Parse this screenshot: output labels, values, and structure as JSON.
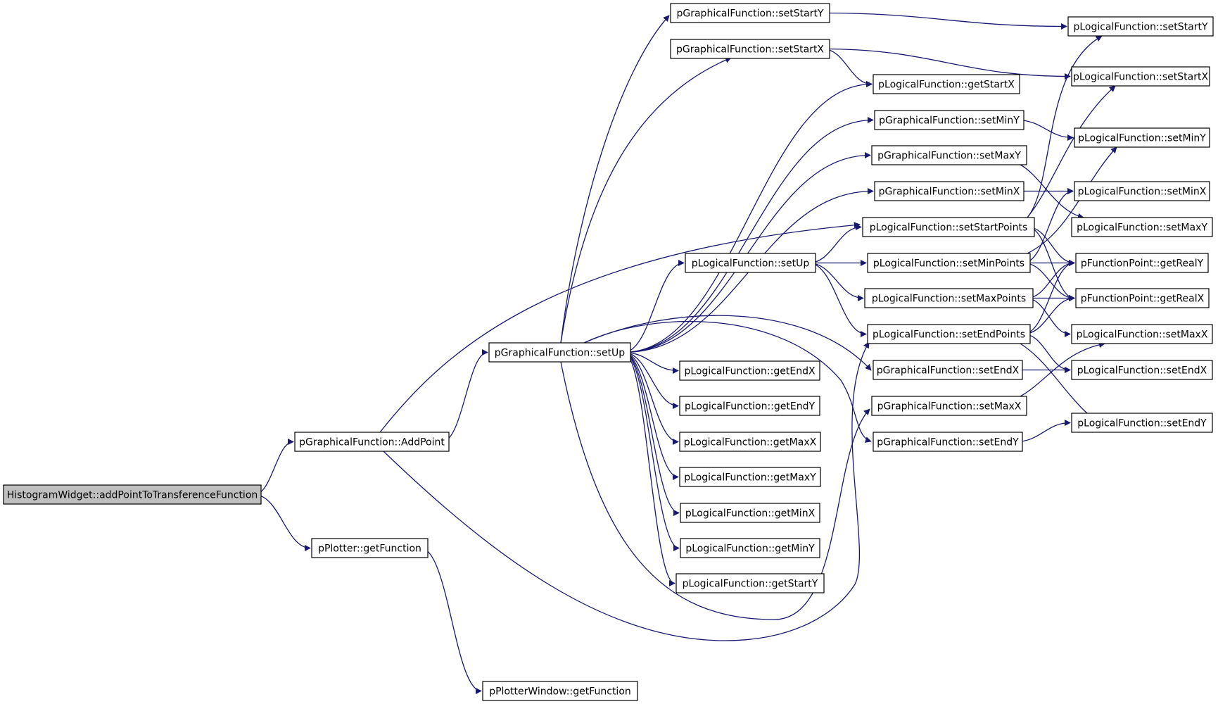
{
  "colors": {
    "edge": "#191970",
    "node_border": "#000000",
    "node_fill": "#ffffff",
    "root_fill": "#bfbfbf"
  },
  "nodes": [
    {
      "id": "root",
      "label": "HistogramWidget::addPointToTransferenceFunction",
      "root": true
    },
    {
      "id": "gf_addpoint",
      "label": "pGraphicalFunction::AddPoint"
    },
    {
      "id": "plotter_getfunction",
      "label": "pPlotter::getFunction"
    },
    {
      "id": "plotterwindow_getfunction",
      "label": "pPlotterWindow::getFunction"
    },
    {
      "id": "gf_setup",
      "label": "pGraphicalFunction::setUp"
    },
    {
      "id": "gf_setstarty",
      "label": "pGraphicalFunction::setStartY"
    },
    {
      "id": "gf_setstartx",
      "label": "pGraphicalFunction::setStartX"
    },
    {
      "id": "lf_setup",
      "label": "pLogicalFunction::setUp"
    },
    {
      "id": "lf_getendx",
      "label": "pLogicalFunction::getEndX"
    },
    {
      "id": "lf_getendy",
      "label": "pLogicalFunction::getEndY"
    },
    {
      "id": "lf_getmaxx",
      "label": "pLogicalFunction::getMaxX"
    },
    {
      "id": "lf_getmaxy",
      "label": "pLogicalFunction::getMaxY"
    },
    {
      "id": "lf_getminx",
      "label": "pLogicalFunction::getMinX"
    },
    {
      "id": "lf_getminy",
      "label": "pLogicalFunction::getMinY"
    },
    {
      "id": "lf_getstarty",
      "label": "pLogicalFunction::getStartY"
    },
    {
      "id": "lf_getstartx",
      "label": "pLogicalFunction::getStartX"
    },
    {
      "id": "gf_setminy",
      "label": "pGraphicalFunction::setMinY"
    },
    {
      "id": "gf_setmaxy",
      "label": "pGraphicalFunction::setMaxY"
    },
    {
      "id": "gf_setminx",
      "label": "pGraphicalFunction::setMinX"
    },
    {
      "id": "lf_setstartpoints",
      "label": "pLogicalFunction::setStartPoints"
    },
    {
      "id": "lf_setminpoints",
      "label": "pLogicalFunction::setMinPoints"
    },
    {
      "id": "lf_setmaxpoints",
      "label": "pLogicalFunction::setMaxPoints"
    },
    {
      "id": "lf_setendpoints",
      "label": "pLogicalFunction::setEndPoints"
    },
    {
      "id": "gf_setendx",
      "label": "pGraphicalFunction::setEndX"
    },
    {
      "id": "gf_setmaxx",
      "label": "pGraphicalFunction::setMaxX"
    },
    {
      "id": "gf_setendy",
      "label": "pGraphicalFunction::setEndY"
    },
    {
      "id": "lf_setstarty",
      "label": "pLogicalFunction::setStartY"
    },
    {
      "id": "lf_setstartx",
      "label": "pLogicalFunction::setStartX"
    },
    {
      "id": "lf_setminy",
      "label": "pLogicalFunction::setMinY"
    },
    {
      "id": "lf_setminx",
      "label": "pLogicalFunction::setMinX"
    },
    {
      "id": "lf_setmaxy",
      "label": "pLogicalFunction::setMaxY"
    },
    {
      "id": "fp_getrealy",
      "label": "pFunctionPoint::getRealY"
    },
    {
      "id": "fp_getrealx",
      "label": "pFunctionPoint::getRealX"
    },
    {
      "id": "lf_setmaxx",
      "label": "pLogicalFunction::setMaxX"
    },
    {
      "id": "lf_setendx",
      "label": "pLogicalFunction::setEndX"
    },
    {
      "id": "lf_setendy",
      "label": "pLogicalFunction::setEndY"
    }
  ],
  "edges": [
    {
      "from": "root",
      "to": "gf_addpoint"
    },
    {
      "from": "root",
      "to": "plotter_getfunction"
    },
    {
      "from": "plotter_getfunction",
      "to": "plotterwindow_getfunction"
    },
    {
      "from": "gf_addpoint",
      "to": "gf_setup"
    },
    {
      "from": "gf_addpoint",
      "to": "lf_setstartpoints"
    },
    {
      "from": "gf_addpoint",
      "to": "lf_setendpoints"
    },
    {
      "from": "gf_setup",
      "to": "gf_setstarty"
    },
    {
      "from": "gf_setup",
      "to": "gf_setstartx"
    },
    {
      "from": "gf_setup",
      "to": "lf_getstartx"
    },
    {
      "from": "gf_setup",
      "to": "gf_setminy"
    },
    {
      "from": "gf_setup",
      "to": "gf_setmaxy"
    },
    {
      "from": "gf_setup",
      "to": "gf_setminx"
    },
    {
      "from": "gf_setup",
      "to": "lf_setup"
    },
    {
      "from": "gf_setup",
      "to": "gf_setendx"
    },
    {
      "from": "gf_setup",
      "to": "gf_setendy"
    },
    {
      "from": "gf_setup",
      "to": "lf_getendx"
    },
    {
      "from": "gf_setup",
      "to": "lf_getendy"
    },
    {
      "from": "gf_setup",
      "to": "lf_getmaxx"
    },
    {
      "from": "gf_setup",
      "to": "lf_getmaxy"
    },
    {
      "from": "gf_setup",
      "to": "lf_getminx"
    },
    {
      "from": "gf_setup",
      "to": "lf_getminy"
    },
    {
      "from": "gf_setup",
      "to": "lf_getstarty"
    },
    {
      "from": "gf_setup",
      "to": "gf_setmaxx"
    },
    {
      "from": "gf_setstarty",
      "to": "lf_setstarty"
    },
    {
      "from": "gf_setstartx",
      "to": "lf_getstartx"
    },
    {
      "from": "gf_setstartx",
      "to": "lf_setstartx"
    },
    {
      "from": "gf_setminy",
      "to": "lf_setminy"
    },
    {
      "from": "gf_setmaxy",
      "to": "lf_setmaxy"
    },
    {
      "from": "gf_setminx",
      "to": "lf_setminx"
    },
    {
      "from": "gf_setendx",
      "to": "lf_setendx"
    },
    {
      "from": "gf_setmaxx",
      "to": "lf_setmaxx"
    },
    {
      "from": "gf_setendy",
      "to": "lf_setendy"
    },
    {
      "from": "lf_setup",
      "to": "lf_setstartpoints"
    },
    {
      "from": "lf_setup",
      "to": "lf_setminpoints"
    },
    {
      "from": "lf_setup",
      "to": "lf_setmaxpoints"
    },
    {
      "from": "lf_setup",
      "to": "lf_setendpoints"
    },
    {
      "from": "lf_setstartpoints",
      "to": "lf_setstarty"
    },
    {
      "from": "lf_setstartpoints",
      "to": "lf_setstartx"
    },
    {
      "from": "lf_setstartpoints",
      "to": "fp_getrealy"
    },
    {
      "from": "lf_setstartpoints",
      "to": "fp_getrealx"
    },
    {
      "from": "lf_setminpoints",
      "to": "lf_setminy"
    },
    {
      "from": "lf_setminpoints",
      "to": "lf_setminx"
    },
    {
      "from": "lf_setminpoints",
      "to": "fp_getrealy"
    },
    {
      "from": "lf_setminpoints",
      "to": "fp_getrealx"
    },
    {
      "from": "lf_setmaxpoints",
      "to": "fp_getrealy"
    },
    {
      "from": "lf_setmaxpoints",
      "to": "fp_getrealx"
    },
    {
      "from": "lf_setmaxpoints",
      "to": "lf_setmaxx"
    },
    {
      "from": "lf_setendpoints",
      "to": "fp_getrealy"
    },
    {
      "from": "lf_setendpoints",
      "to": "fp_getrealx"
    },
    {
      "from": "lf_setendpoints",
      "to": "lf_setendx"
    },
    {
      "from": "lf_setendpoints",
      "to": "lf_setendy"
    }
  ]
}
